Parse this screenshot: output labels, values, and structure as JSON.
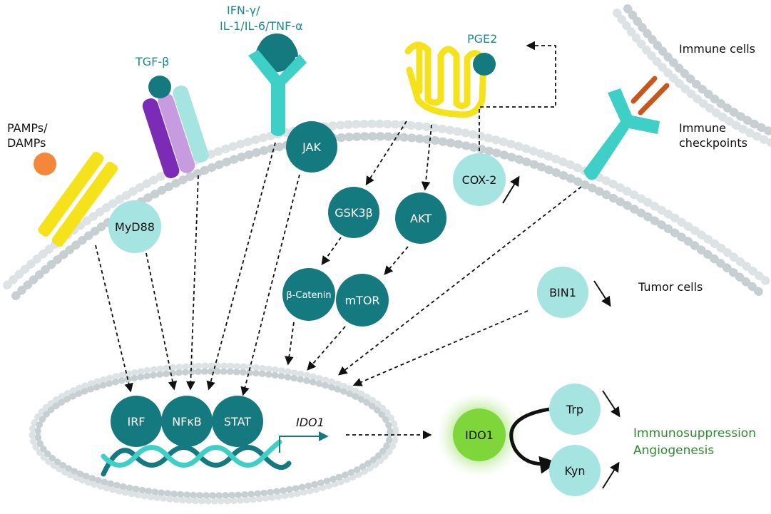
{
  "colors": {
    "teal_dark": "#157a80",
    "teal_light": "#a6e4e2",
    "cyan": "#3ecfc6",
    "yellow": "#f5e21b",
    "purple_dark": "#7b2bb5",
    "purple_light": "#c79be0",
    "orange": "#f5873a",
    "rust": "#c8561a",
    "ido_green": "#7ed63a",
    "membrane": "#cfd6d8",
    "text_green": "#2e8b2e"
  },
  "ligands": {
    "pamps": [
      "PAMPs/",
      "DAMPs"
    ],
    "tgf": "TGF-β",
    "ifn": [
      "IFN-γ/",
      "IL-1/IL-6/TNF-α"
    ],
    "pge2": "PGE2"
  },
  "cell_labels": {
    "immune_cells": "Immune cells",
    "immune_checkpoints": [
      "Immune",
      "checkpoints"
    ],
    "tumor_cells": "Tumor cells"
  },
  "nodes": {
    "myd88": "MyD88",
    "jak": "JAK",
    "gsk3b": "GSK3β",
    "akt": "AKT",
    "cox2": "COX-2",
    "b_catenin": "β-Catenin",
    "mtor": "mTOR",
    "bin1": "BIN1",
    "irf": "IRF",
    "nfkb": "NFκB",
    "stat": "STAT",
    "ido1_gene": "IDO1",
    "ido1_enzyme": "IDO1",
    "trp": "Trp",
    "kyn": "Kyn"
  },
  "outcomes": [
    "Immunosuppression",
    "Angiogenesis"
  ]
}
